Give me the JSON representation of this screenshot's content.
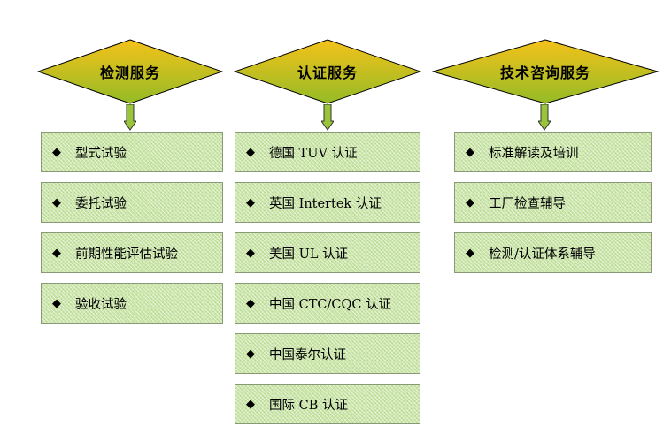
{
  "columns": [
    {
      "title": "检测服务",
      "items": [
        "型式试验",
        "委托试验",
        "前期性能评估试验",
        "验收试验"
      ]
    },
    {
      "title": "认证服务",
      "items": [
        "德国 TUV 认证",
        "英国 Intertek 认证",
        "美国 UL 认证",
        "中国 CTC/CQC 认证",
        "中国泰尔认证",
        "国际 CB 认证"
      ]
    },
    {
      "title": "技术咨询服务",
      "items": [
        "标准解读及培训",
        "工厂检查辅导",
        "检测/认证体系辅导"
      ]
    }
  ],
  "bullet_icon": "◆",
  "colors": {
    "diamond_top": "#f4c21a",
    "diamond_bottom": "#95bb26",
    "box_fill": "#c9e6a6",
    "arrow_fill": "#9ac53a"
  }
}
